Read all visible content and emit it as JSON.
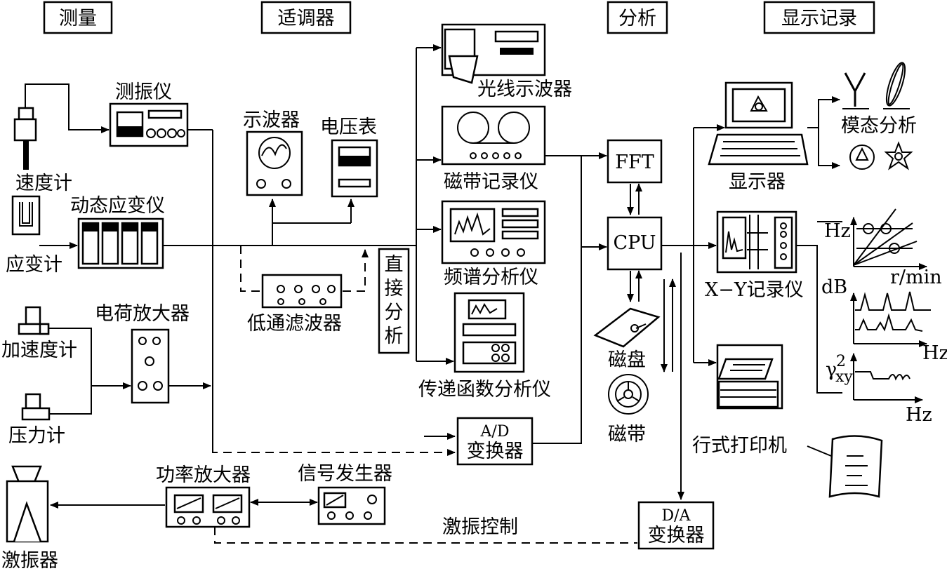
{
  "headers": {
    "measure": "测量",
    "conditioner": "适调器",
    "analysis": "分析",
    "display": "显示记录"
  },
  "devices": {
    "vibrometer": "测振仪",
    "velocity_meter": "速度计",
    "dynamic_strain": "动态应变仪",
    "strain_gauge": "应变计",
    "charge_amp": "电荷放大器",
    "accelerometer": "加速度计",
    "pressure_gauge": "压力计",
    "exciter": "激振器",
    "power_amp": "功率放大器",
    "signal_gen": "信号发生器",
    "excite_control": "激振控制",
    "oscilloscope": "示波器",
    "voltmeter": "电压表",
    "lowpass": "低通滤波器",
    "direct_analysis": [
      "直",
      "接",
      "分",
      "析"
    ],
    "light_osc": "光线示波器",
    "tape_recorder": "磁带记录仪",
    "spectrum_analyzer": "频谱分析仪",
    "transfer_analyzer": "传递函数分析仪",
    "ad_top": "A/D",
    "ad_bottom": "变换器",
    "fft": "FFT",
    "cpu": "CPU",
    "disk": "磁盘",
    "tape": "磁带",
    "da_top": "D/A",
    "da_bottom": "变换器",
    "display": "显示器",
    "modal": "模态分析",
    "xy_recorder": "X−Y记录仪",
    "line_printer": "行式打印机"
  },
  "plot_labels": {
    "hz1": "Hz",
    "rmin": "r/min",
    "db": "dB",
    "hz2": "Hz",
    "gamma": "γ",
    "gamma_sup": "2",
    "gamma_sub": "xy",
    "hz3": "Hz"
  }
}
